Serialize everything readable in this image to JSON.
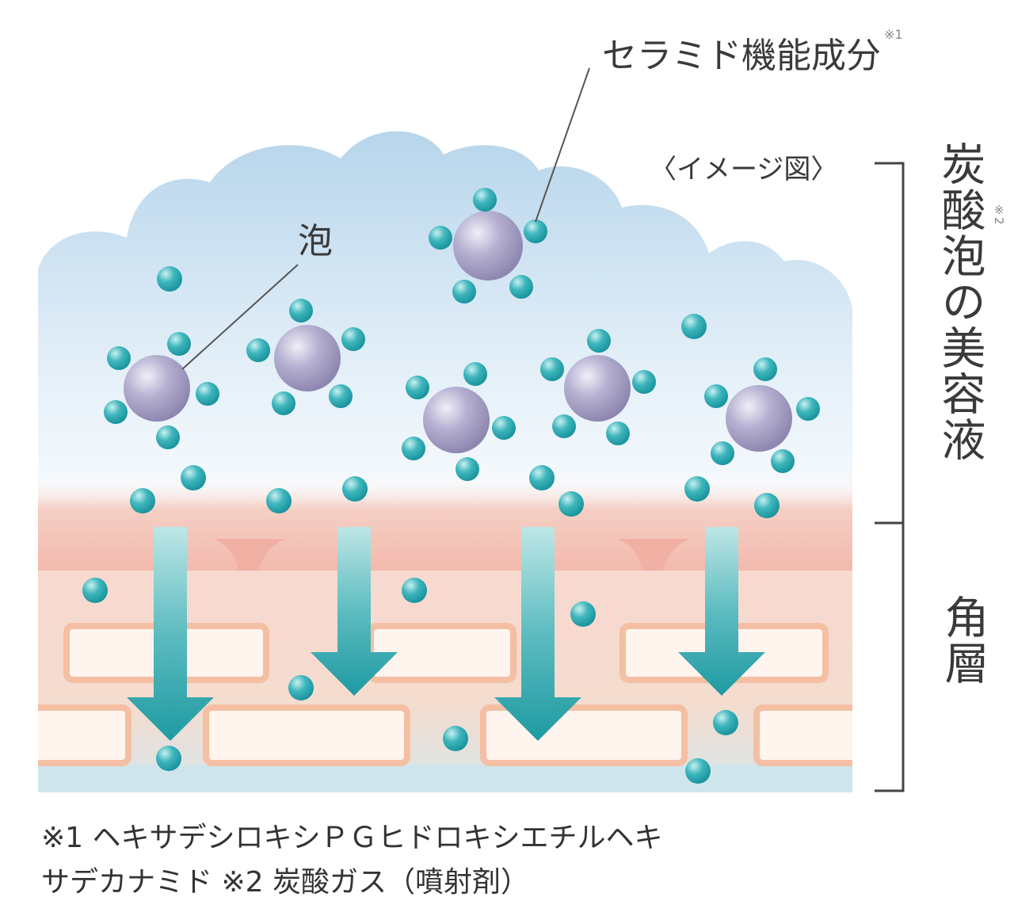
{
  "labels": {
    "ceramide": "セラミド機能成分",
    "ceramide_note": "※1",
    "foam": "泡",
    "image_note": "〈イメージ図〉",
    "serum": "炭酸泡の美容液",
    "serum_note": "※2",
    "stratum": "角層"
  },
  "footnote": {
    "line1": "※1 ヘキサデシロキシＰＧヒドロキシエチルヘキ",
    "line2": "サデカナミド ※2 炭酸ガス（噴射剤）"
  },
  "colors": {
    "foam_top": "#b8d6ec",
    "foam_bottom": "#ffffff",
    "skin_band": "#f4c3b5",
    "cell_fill": "#fff2ea",
    "cell_border": "#f6c2a6",
    "dot": "#2aa8b0",
    "molecule": "#a39ec1",
    "arrow": "#2aa3aa"
  }
}
